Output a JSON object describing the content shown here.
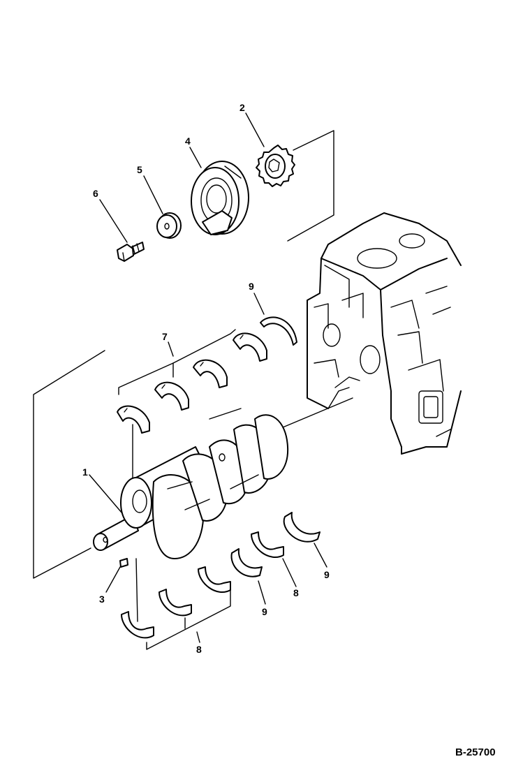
{
  "callouts": {
    "c1": "1",
    "c2": "2",
    "c3": "3",
    "c4": "4",
    "c5": "5",
    "c6": "6",
    "c7": "7",
    "c8a": "8",
    "c8b": "8",
    "c9a": "9",
    "c9b": "9",
    "c9c": "9"
  },
  "figure_number": "B-25700",
  "parts": [
    {
      "callout": "1",
      "icon": "crankshaft-icon"
    },
    {
      "callout": "2",
      "icon": "gear-icon"
    },
    {
      "callout": "3",
      "icon": "pin-icon"
    },
    {
      "callout": "4",
      "icon": "pulley-icon"
    },
    {
      "callout": "5",
      "icon": "washer-icon"
    },
    {
      "callout": "6",
      "icon": "bolt-icon"
    },
    {
      "callout": "7",
      "icon": "upper-bearing-icon"
    },
    {
      "callout": "8",
      "icon": "lower-bearing-icon"
    },
    {
      "callout": "9",
      "icon": "thrust-washer-icon"
    }
  ]
}
